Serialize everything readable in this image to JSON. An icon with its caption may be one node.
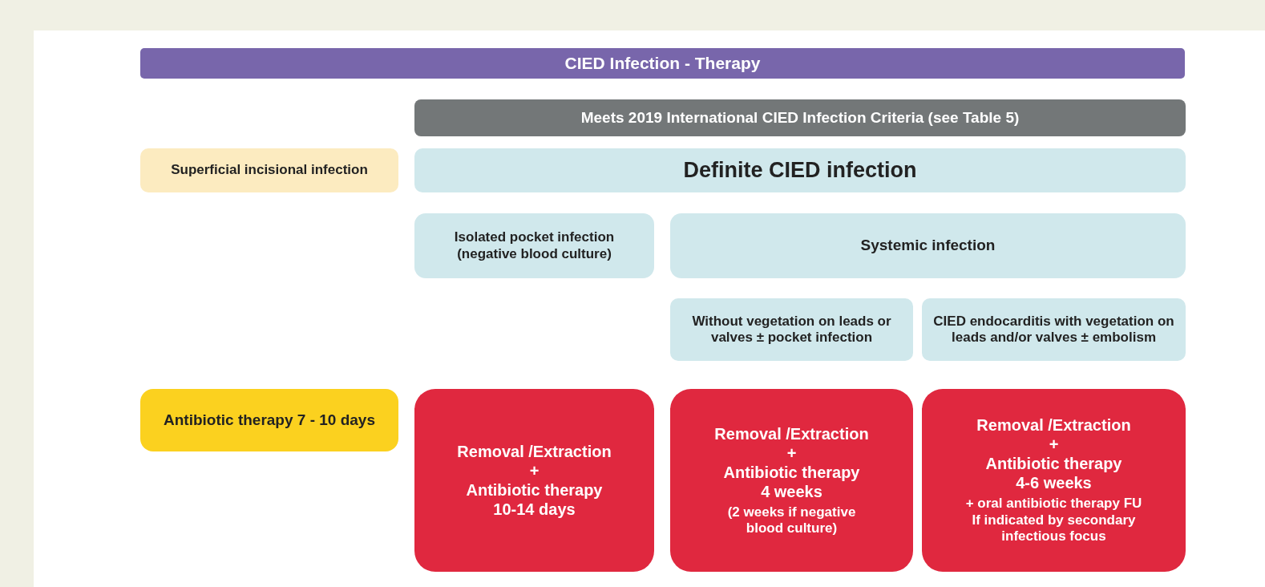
{
  "diagram": {
    "nodes": [
      {
        "text": [
          "CIED Infection - Therapy"
        ]
      },
      {
        "text": [
          "Meets 2019 International CIED Infection Criteria (see Table 5)"
        ]
      },
      {
        "text": [
          "Superficial incisional infection"
        ]
      },
      {
        "text": [
          "Definite CIED infection"
        ]
      },
      {
        "text": [
          "Isolated pocket infection (negative blood culture)"
        ]
      },
      {
        "text": [
          "Systemic infection"
        ]
      },
      {
        "text": [
          "Without vegetation on leads or valves ± pocket infection"
        ]
      },
      {
        "text": [
          "CIED endocarditis with vegetation on leads and/or valves ± embolism"
        ]
      },
      {
        "text": [
          "Antibiotic therapy 7 - 10 days"
        ]
      },
      {
        "text": [
          "Removal /Extraction",
          "+",
          "Antibiotic therapy",
          "10-14 days"
        ]
      },
      {
        "text": [
          "Removal /Extraction",
          "+",
          "Antibiotic therapy",
          "4 weeks",
          "(2 weeks if negative blood culture)"
        ]
      },
      {
        "text": [
          "Removal /Extraction",
          "+",
          "Antibiotic therapy",
          "4-6 weeks",
          "+ oral antibiotic therapy FU",
          "If indicated by secondary infectious focus"
        ]
      }
    ]
  }
}
